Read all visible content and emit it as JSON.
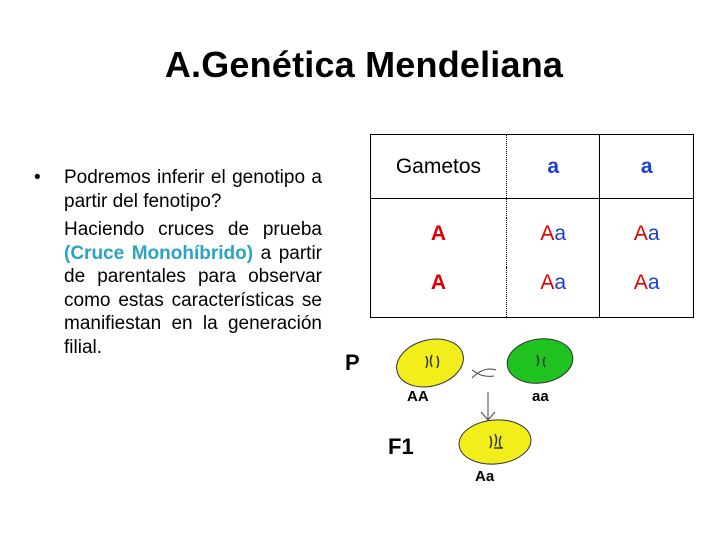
{
  "slide": {
    "title": "A.Genética Mendeliana"
  },
  "bullet": {
    "dot": "•",
    "para1": "Podremos inferir el genotipo a partir del fenotipo?",
    "para2_before": "Haciendo cruces de prueba ",
    "para2_highlight": "(Cruce Monohíbrido)",
    "para2_after": " a partir de parentales para observar como estas características se manifiestan en la generación filial."
  },
  "table": {
    "header": {
      "label": "Gametos",
      "col1": "a",
      "col2": "a"
    },
    "rows": [
      {
        "gamete": "A",
        "cell1_dominant": "A",
        "cell1_recessive": "a",
        "cell2_dominant": "A",
        "cell2_recessive": "a"
      },
      {
        "gamete": "A",
        "cell1_dominant": "A",
        "cell1_recessive": "a",
        "cell2_dominant": "A",
        "cell2_recessive": "a"
      }
    ]
  },
  "diagram": {
    "p_label": "P",
    "parent1_genotype": "AA",
    "parent2_genotype": "aa",
    "cross_symbol": "×",
    "f1_label": "F1",
    "f1_genotype": "Aa",
    "colors": {
      "yellow": "#f2ee1c",
      "green": "#1fc21f"
    }
  }
}
